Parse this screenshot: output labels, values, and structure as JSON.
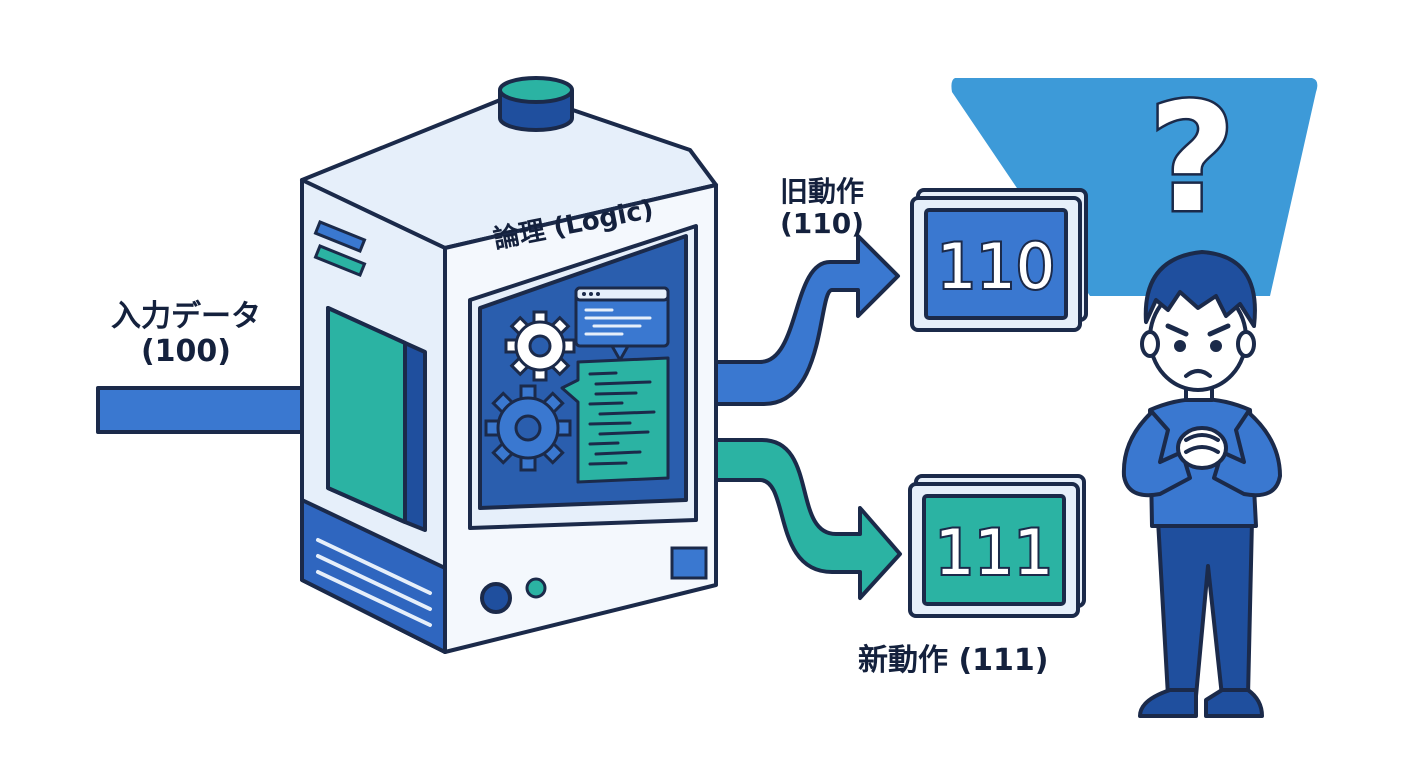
{
  "labels": {
    "input_title": "入力データ",
    "input_value": "(100)",
    "logic": "論理 (Logic)",
    "old_title": "旧動作",
    "old_value": "(110)",
    "new_label": "新動作 (111)"
  },
  "outputs": {
    "old_display": "110",
    "new_display": "111"
  },
  "thought_symbol": "?",
  "icons": [
    "gear-icon",
    "code-window-icon",
    "question-mark-icon",
    "confused-person-icon"
  ],
  "colors": {
    "outline": "#1b2a4a",
    "blue": "#3a78d0",
    "dark_blue": "#1f4f9e",
    "teal": "#2bb3a3",
    "light_panel": "#e6effa",
    "sky": "#3d9ad8"
  }
}
